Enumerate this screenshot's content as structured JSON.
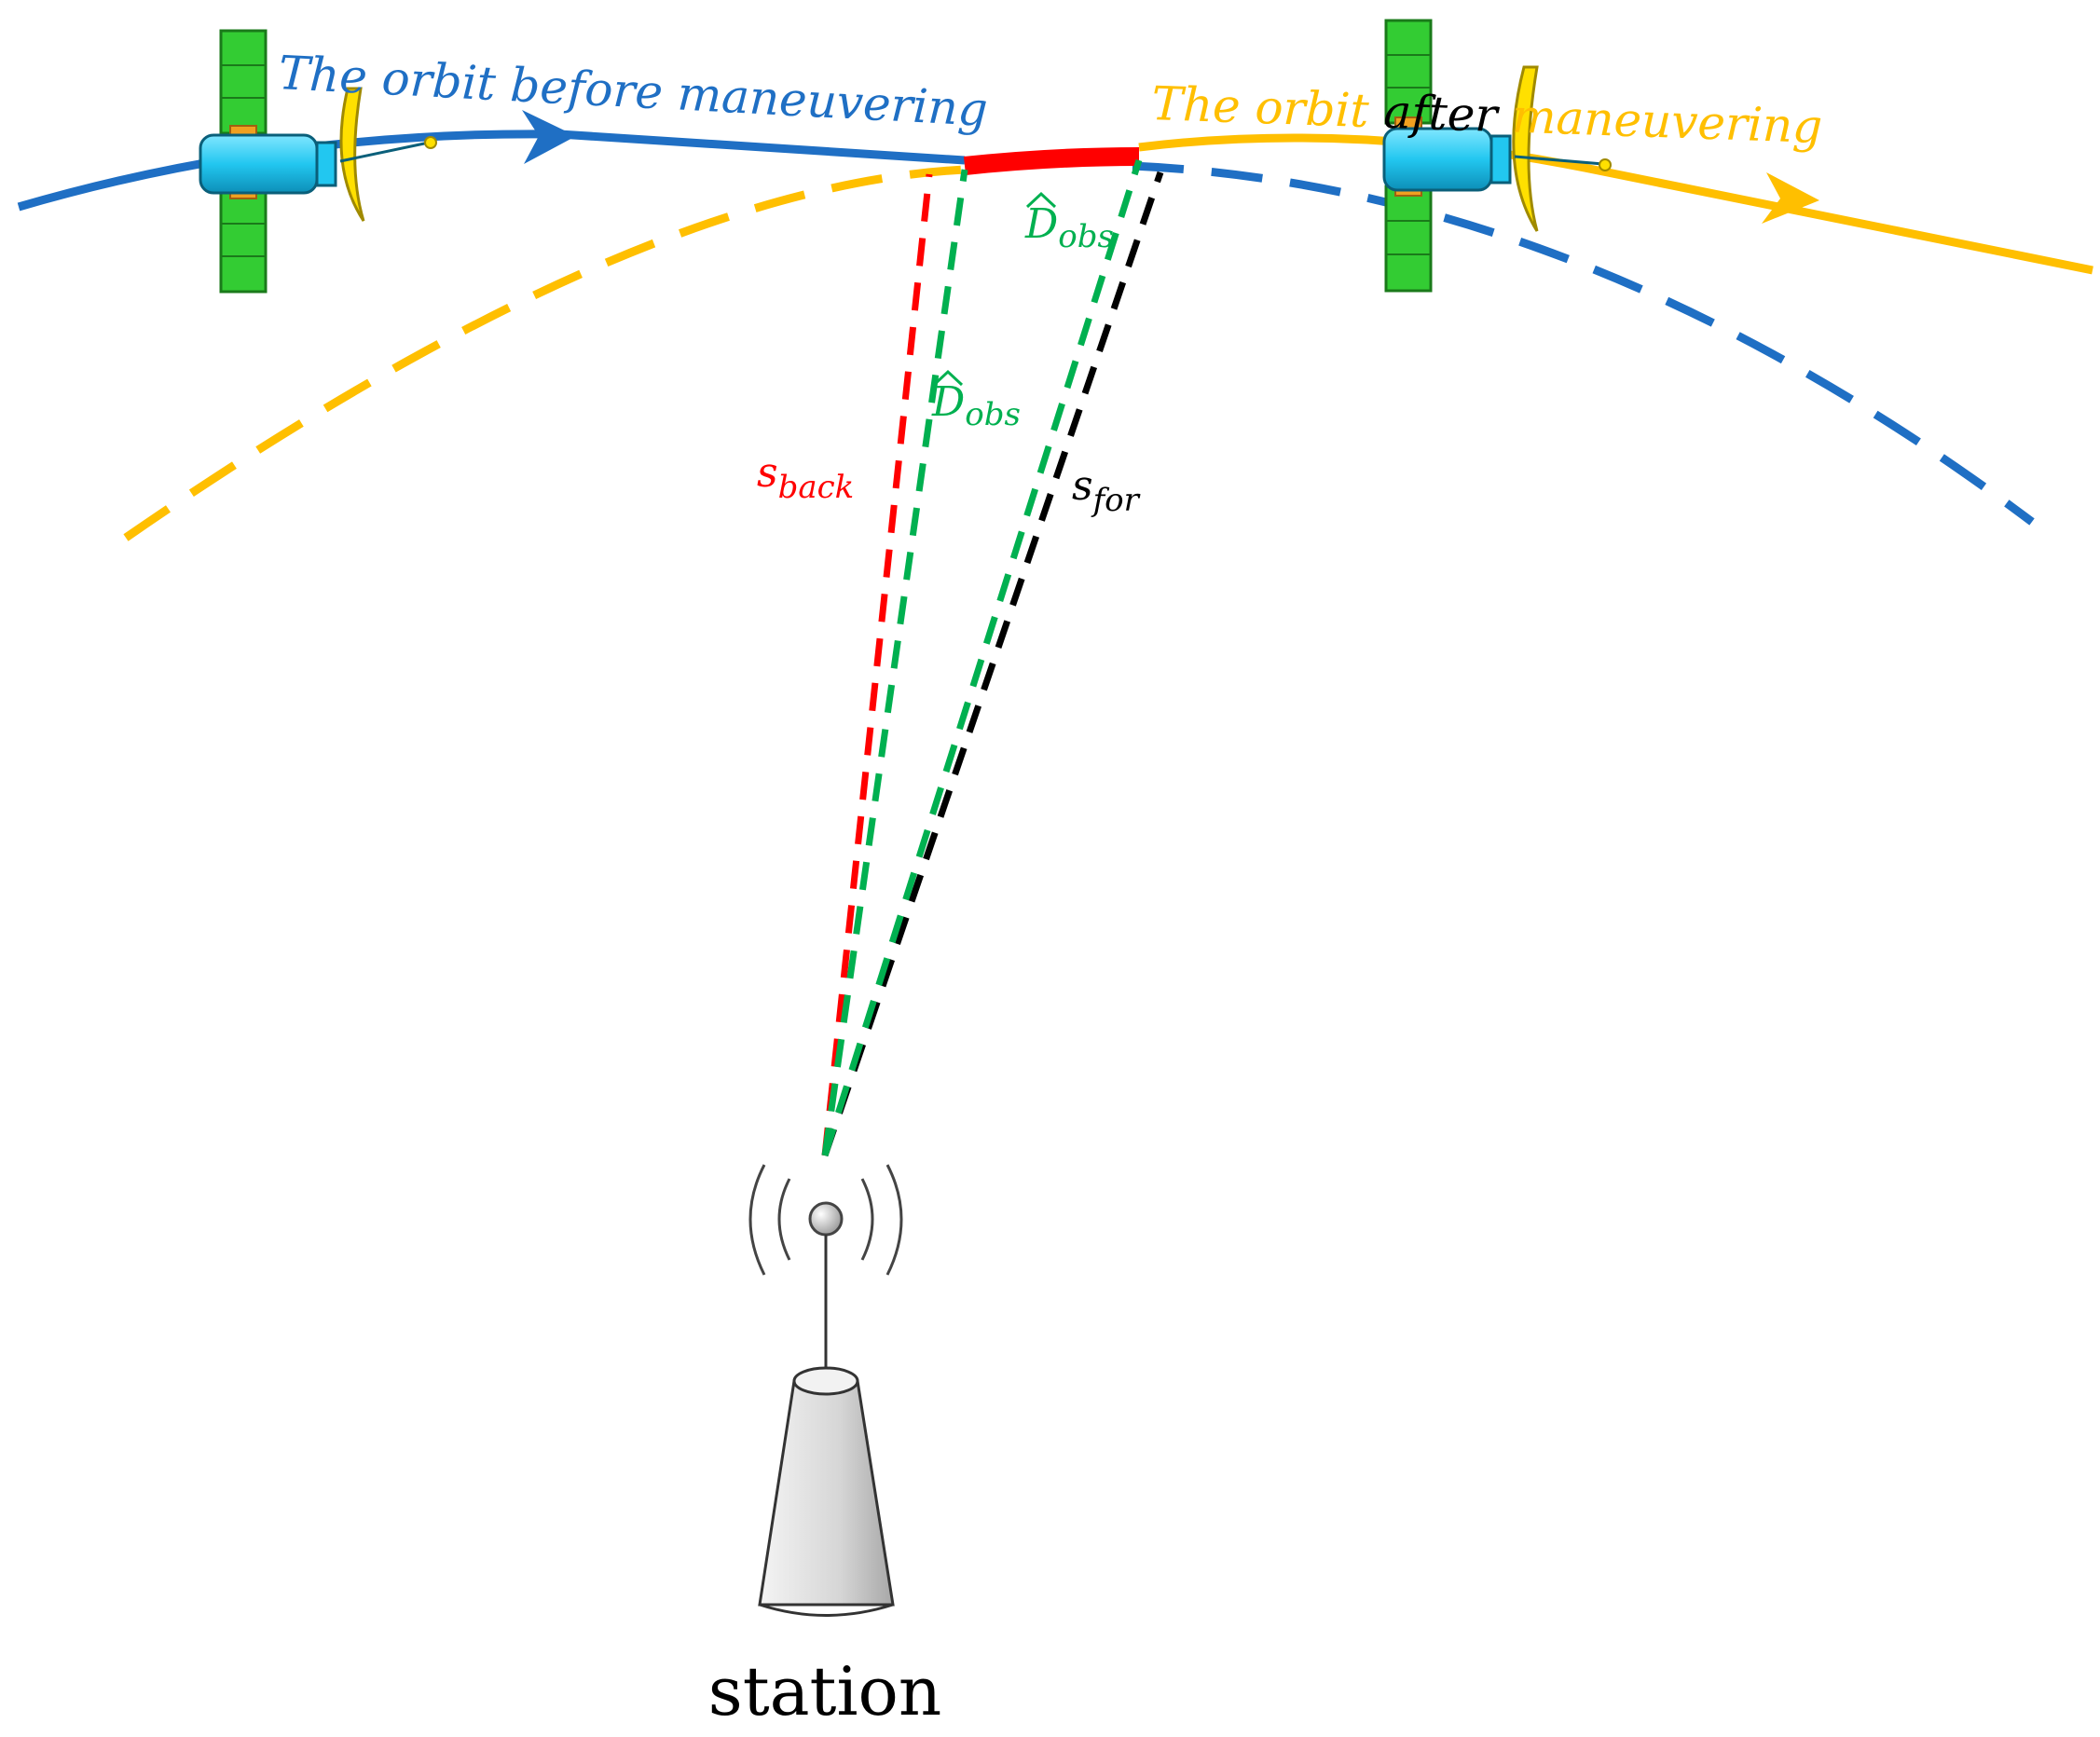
{
  "labels": {
    "orbit_before": "The orbit before maneuvering",
    "orbit_after_part1": "The orbit ",
    "orbit_after_part2": "after",
    "orbit_after_part3": " maneuvering",
    "d_obs_top": "D",
    "d_obs_top_sub": "obs",
    "d_obs_mid": "D",
    "d_obs_mid_sub": "obs",
    "s_back": "s",
    "s_back_sub": "back",
    "s_for": "s",
    "s_for_sub": "for",
    "station": "station"
  },
  "colors": {
    "orbit_before": "#1f6fc4",
    "orbit_after": "#ffbf00",
    "maneuver_arc": "#ff0000",
    "s_back_line": "#ff0000",
    "d_obs_lines": "#00b050",
    "s_for_line": "#000000",
    "satellite_body": "#22c7f0",
    "solar_panel": "#33cc33",
    "antenna_dish": "#ffe000"
  },
  "icons": {
    "satellite_before": "satellite-icon",
    "satellite_after": "satellite-icon",
    "station": "ground-station-tower-icon"
  }
}
